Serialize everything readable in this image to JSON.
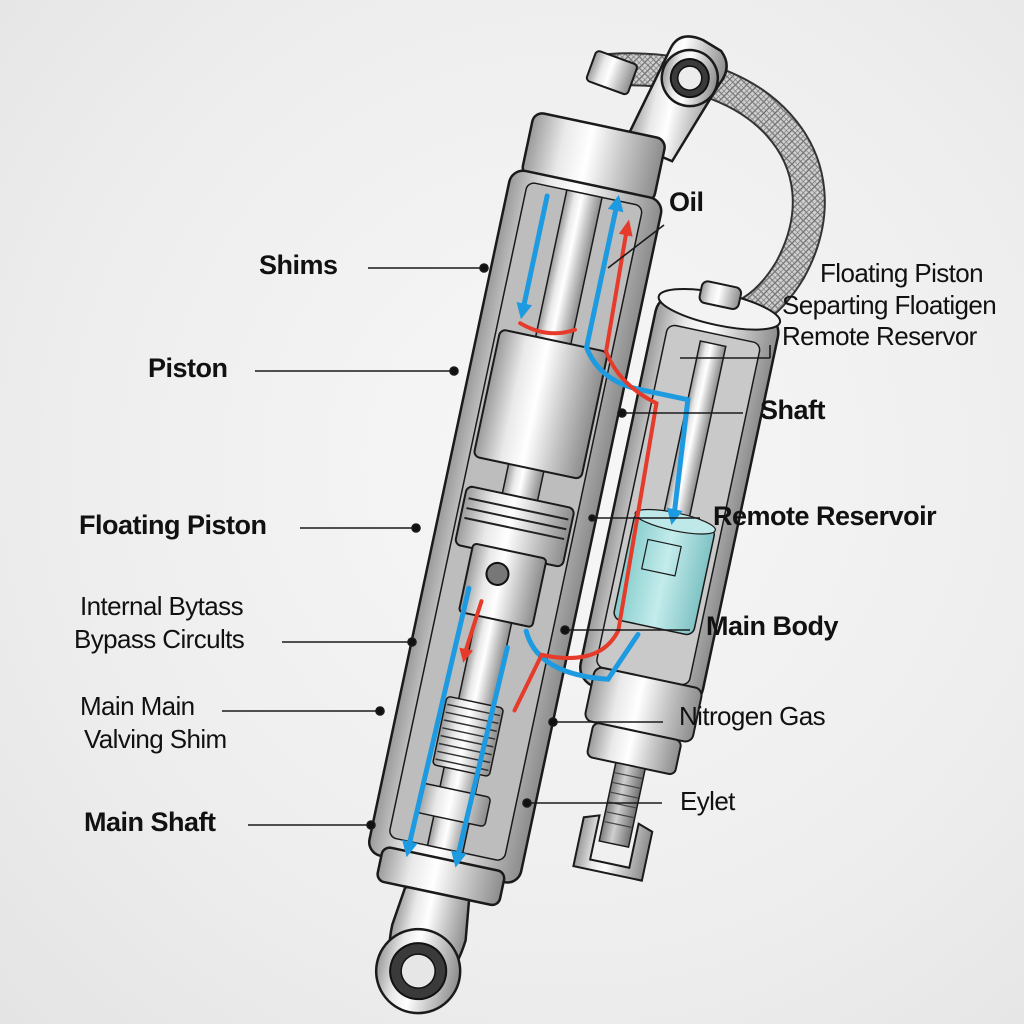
{
  "diagram": {
    "subject": "Shock absorber with remote reservoir cutaway",
    "colors": {
      "background": "#efefef",
      "metal_light": "#f2f2f2",
      "metal_mid": "#c4c4c4",
      "metal_dark": "#8a8a8a",
      "outline": "#1a1a1a",
      "oil_flow": "#1e9be0",
      "pressure_flow": "#e63a2a",
      "floating_piston": "#a7dcdc"
    },
    "labels": {
      "oil": "Oil",
      "shims": "Shims",
      "piston": "Piston",
      "floating_piston_left": "Floating Piston",
      "internal_bypass": [
        "Internal Bytass",
        "Bypass Circults"
      ],
      "main_valving": [
        "Main Main",
        "Valving Shim"
      ],
      "main_shaft": "Main Shaft",
      "reservoir_block": [
        "Floating Piston",
        "Separting  Floatigen",
        "Remote Reservor"
      ],
      "shaft": "Shaft",
      "remote_reservoir": "Remote Reservoir",
      "main_body": "Main Body",
      "nitrogen_gas": "Nitrogen Gas",
      "eylet": "Eylet"
    }
  }
}
